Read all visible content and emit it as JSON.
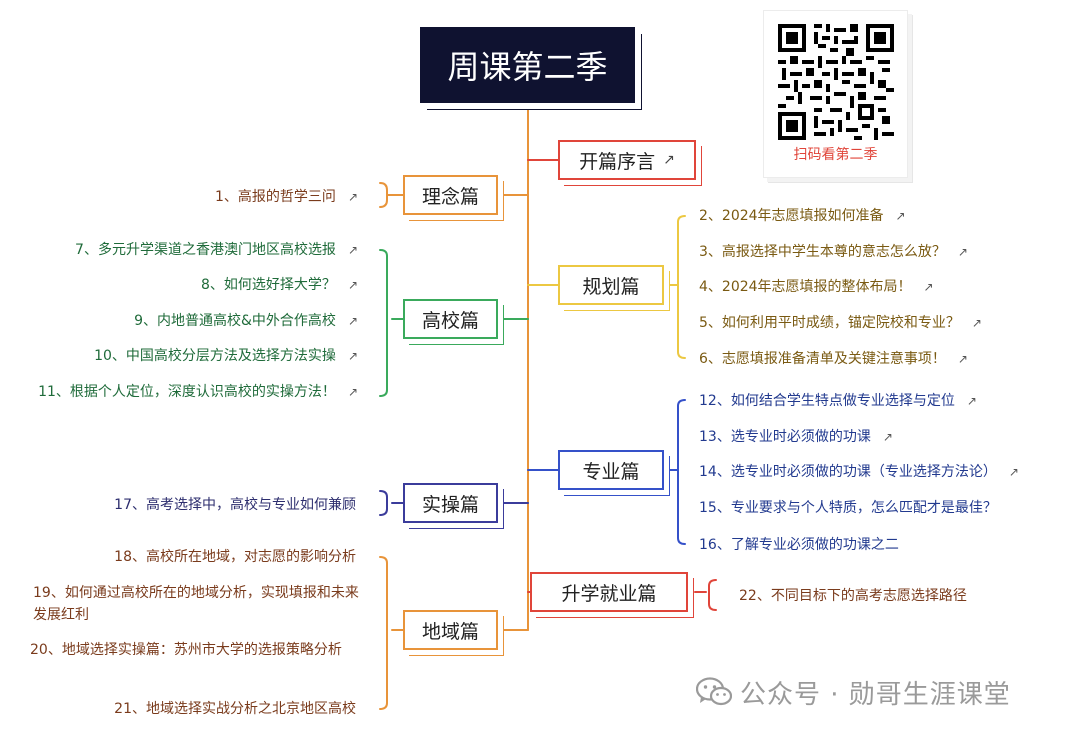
{
  "title": "周课第二季",
  "qr": {
    "caption": "扫码看第二季"
  },
  "watermark": {
    "icon": "wechat-icon",
    "text": "公众号 · 勋哥生涯课堂"
  },
  "link_icon": "external-link-icon",
  "colors": {
    "title_bg": "#0f1230",
    "trunk": "#e8943a",
    "intro": "#e0453a",
    "philosophy": "#e8943a",
    "colleges": "#3aaa5c",
    "planning": "#ecc842",
    "practice": "#3b3c9b",
    "majors": "#3551c9",
    "region": "#e8943a",
    "career": "#e0453a"
  },
  "branches": {
    "intro": {
      "label": "开篇序言",
      "ext": "↗"
    },
    "philosophy": {
      "label": "理念篇",
      "items": [
        {
          "text": "1、高报的哲学三问",
          "ext": "↗"
        }
      ]
    },
    "colleges": {
      "label": "高校篇",
      "items": [
        {
          "text": "7、多元升学渠道之香港澳门地区高校选报",
          "ext": "↗"
        },
        {
          "text": "8、如何选好择大学？",
          "ext": "↗"
        },
        {
          "text": "9、内地普通高校&中外合作高校",
          "ext": "↗"
        },
        {
          "text": "10、中国高校分层方法及选择方法实操",
          "ext": "↗"
        },
        {
          "text": "11、根据个人定位，深度认识高校的实操方法！",
          "ext": "↗"
        }
      ]
    },
    "practice": {
      "label": "实操篇",
      "items": [
        {
          "text": "17、高考选择中，高校与专业如何兼顾"
        }
      ]
    },
    "region": {
      "label": "地域篇",
      "items": [
        {
          "text": "18、高校所在地域，对志愿的影响分析"
        },
        {
          "text": "19、如何通过高校所在的地域分析，实现填报和未来发展红利"
        },
        {
          "text": "20、地域选择实操篇：苏州市大学的选报策略分析"
        },
        {
          "text": "21、地域选择实战分析之北京地区高校"
        }
      ]
    },
    "planning": {
      "label": "规划篇",
      "items": [
        {
          "text": "2、2024年志愿填报如何准备",
          "ext": "↗"
        },
        {
          "text": "3、高报选择中学生本尊的意志怎么放？",
          "ext": "↗"
        },
        {
          "text": "4、2024年志愿填报的整体布局！",
          "ext": "↗"
        },
        {
          "text": "5、如何利用平时成绩，锚定院校和专业？",
          "ext": "↗"
        },
        {
          "text": "6、志愿填报准备清单及关键注意事项！",
          "ext": "↗"
        }
      ]
    },
    "majors": {
      "label": "专业篇",
      "items": [
        {
          "text": "12、如何结合学生特点做专业选择与定位",
          "ext": "↗"
        },
        {
          "text": "13、选专业时必须做的功课",
          "ext": "↗"
        },
        {
          "text": "14、选专业时必须做的功课（专业选择方法论）",
          "ext": "↗"
        },
        {
          "text": "15、专业要求与个人特质，怎么匹配才是最佳？"
        },
        {
          "text": "16、了解专业必须做的功课之二"
        }
      ]
    },
    "career": {
      "label": "升学就业篇",
      "items": [
        {
          "text": "22、不同目标下的高考志愿选择路径"
        }
      ]
    }
  }
}
